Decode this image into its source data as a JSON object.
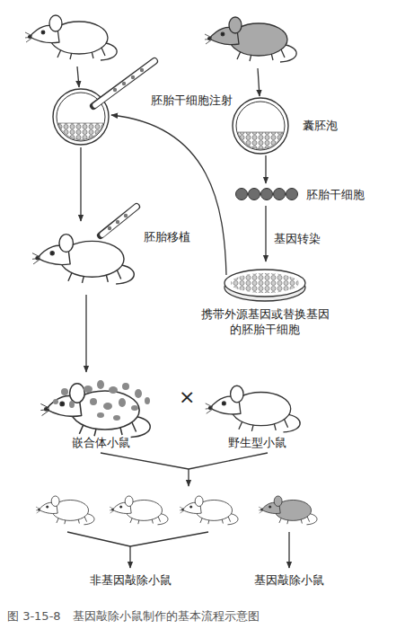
{
  "diagram": {
    "caption": "图 3-15-8　基因敲除小鼠制作的基本流程示意图",
    "nodes": [
      {
        "text": [
          "囊胚泡"
        ]
      },
      {
        "text": [
          "胚胎干细胞"
        ]
      },
      {
        "text": [
          "携带外源基因或替换基因的胚胎干细胞"
        ]
      },
      {
        "text": [
          "嵌合体小鼠"
        ]
      },
      {
        "text": [
          "野生型小鼠"
        ]
      },
      {
        "text": [
          "非基因敲除小鼠"
        ]
      },
      {
        "text": [
          "基因敲除小鼠"
        ]
      }
    ],
    "edges": [
      {
        "from": 0,
        "to": 1,
        "arrow": "to"
      },
      {
        "from": 1,
        "to": 2,
        "arrow": "to",
        "label": "基因转染"
      }
    ],
    "labels": [
      "胚胎干细胞注射",
      "胚胎移植",
      "×"
    ]
  }
}
